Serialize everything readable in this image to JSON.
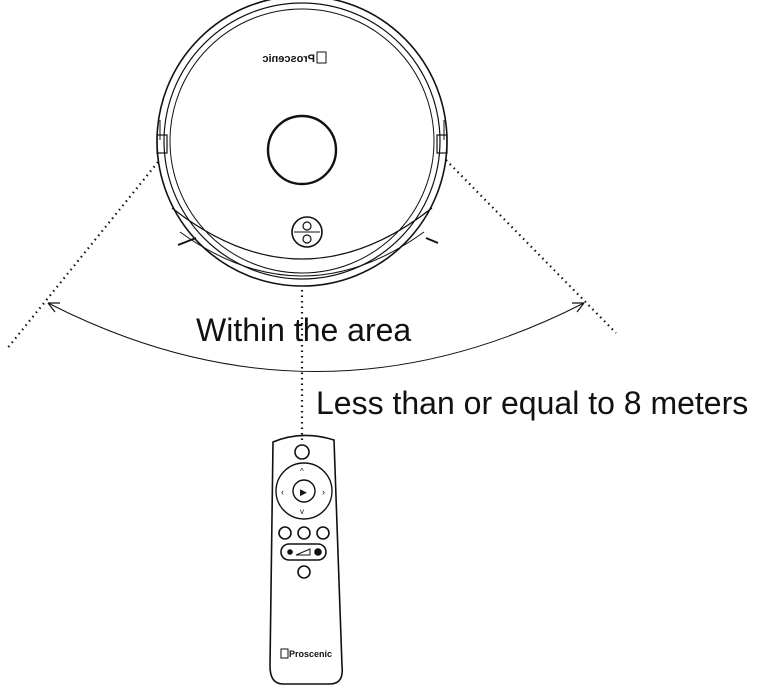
{
  "robot": {
    "brand": "Proscenic",
    "icons": [
      "power-icon",
      "home-icon"
    ]
  },
  "remote": {
    "brand": "Proscenic",
    "icons": [
      "power-icon",
      "up-arrow-icon",
      "left-arrow-icon",
      "play-pause-icon",
      "right-arrow-icon",
      "down-arrow-icon",
      "spot-clean-icon",
      "edge-clean-icon",
      "charge-icon",
      "fan-icon",
      "suction-level-icon",
      "max-suction-icon",
      "timer-icon"
    ]
  },
  "labels": {
    "area": "Within the area",
    "distance": "Less than or equal to 8 meters"
  },
  "colors": {
    "line": "#111111",
    "background": "#ffffff"
  }
}
